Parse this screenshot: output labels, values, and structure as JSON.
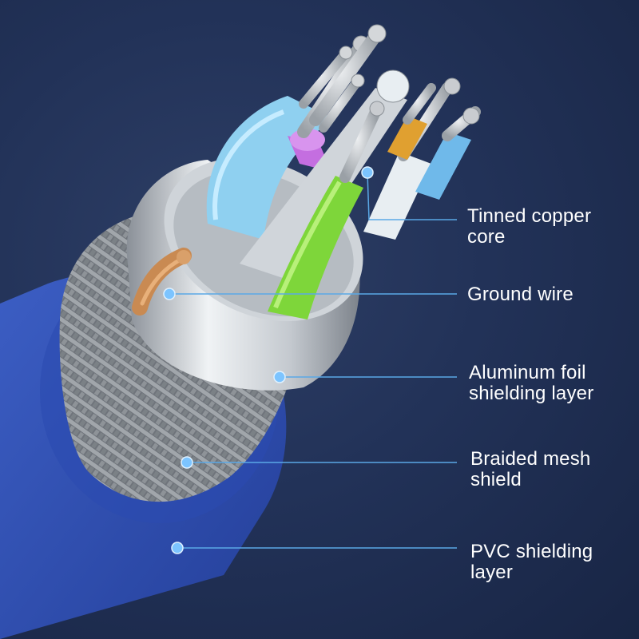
{
  "labels": [
    {
      "id": "tinned_copper_core",
      "lines": [
        "Tinned copper",
        "core"
      ]
    },
    {
      "id": "ground_wire",
      "lines": [
        "Ground wire"
      ]
    },
    {
      "id": "aluminum_foil",
      "lines": [
        "Aluminum foil",
        "shielding layer"
      ]
    },
    {
      "id": "braided_mesh",
      "lines": [
        "Braided mesh",
        "shield"
      ]
    },
    {
      "id": "pvc_layer",
      "lines": [
        "PVC shielding",
        "layer"
      ]
    }
  ],
  "colors": {
    "background": "#223258",
    "pvc_jacket": "#2f4fb0",
    "braid": "#9aa0a8",
    "foil": "#d8dde2",
    "leader_line": "#5aa8e6",
    "marker_dot": "#7cc4ff",
    "copper": "#c98a52",
    "tinned_strands": "#c9ccd0",
    "wire_green": "#7ed63a",
    "wire_purple": "#c46ee0",
    "wire_light_blue": "#8fd0f0",
    "wire_white": "#e8eef2",
    "wire_orange": "#e0a030"
  }
}
